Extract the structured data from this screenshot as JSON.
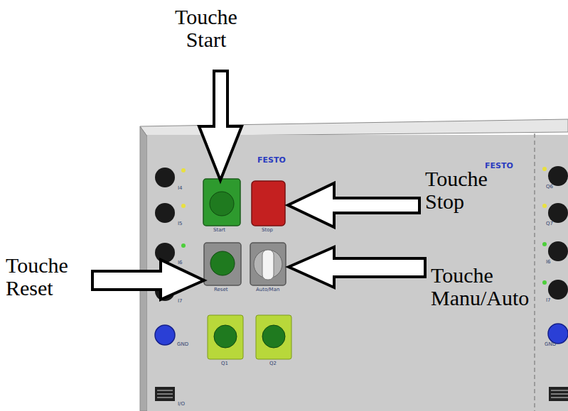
{
  "diagram": {
    "labels": [
      "Touche Start",
      "Touche Stop",
      "Touche Reset",
      "Touche Manu/Auto",
      "FESTO",
      "FESTO",
      "Start",
      "Stop",
      "Reset",
      "Auto/Man",
      "Q1",
      "Q2",
      "I4",
      "I5",
      "I6",
      "I7",
      "GND",
      "I/O",
      "Q6",
      "Q7",
      "I6",
      "I7",
      "GND"
    ]
  }
}
